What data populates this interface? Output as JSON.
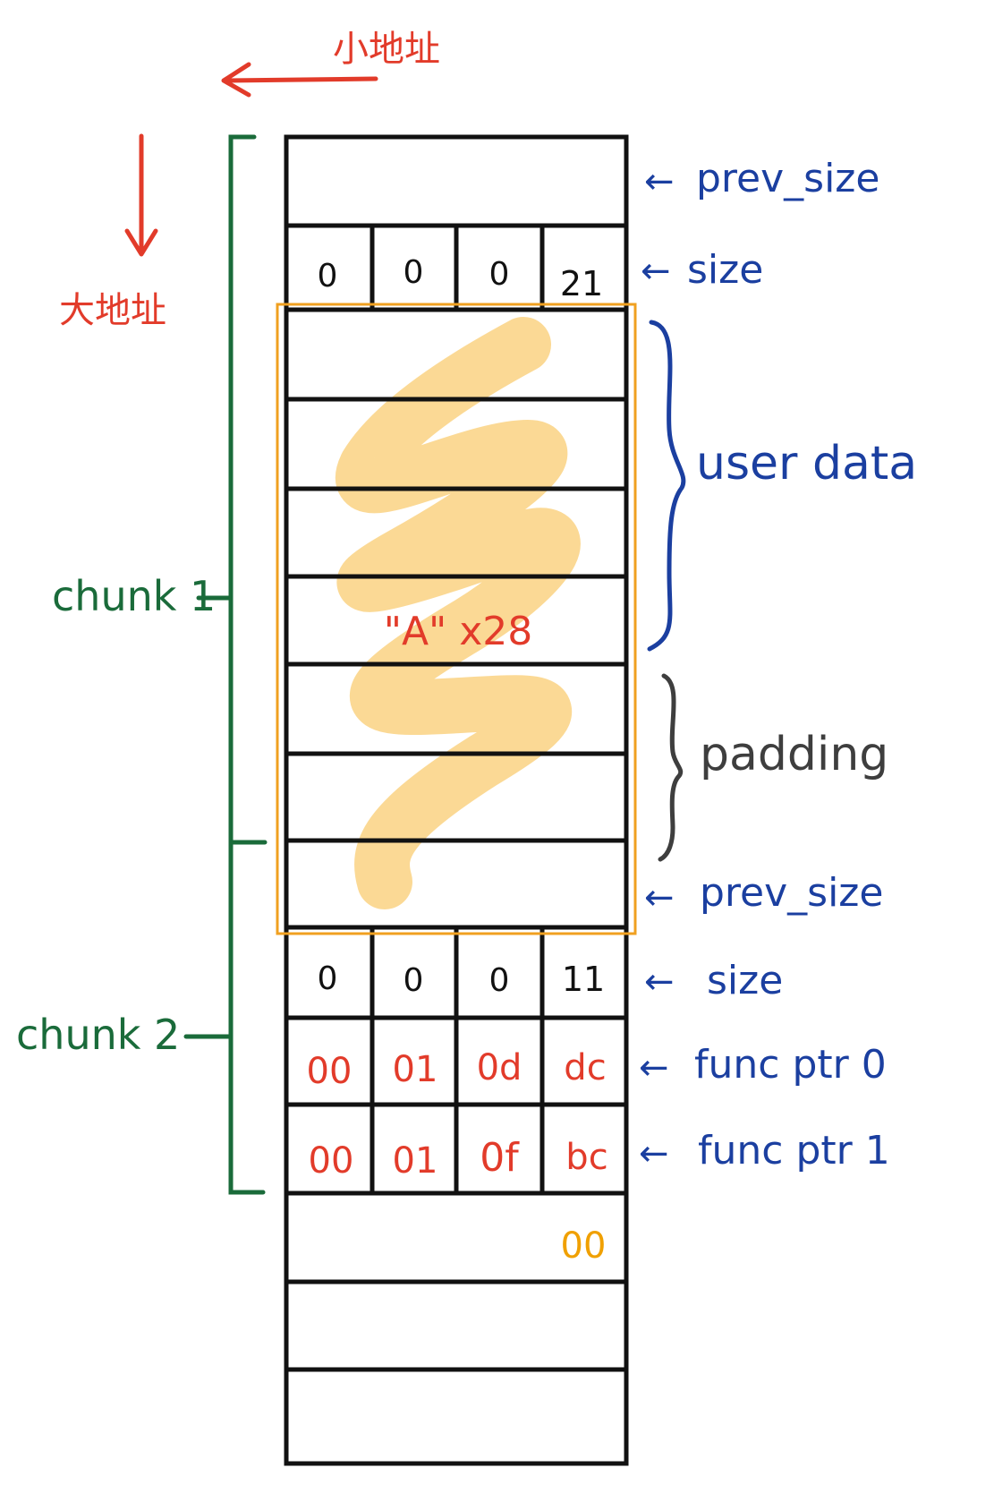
{
  "direction_labels": {
    "small_address": "小地址",
    "large_address": "大地址"
  },
  "chunk_labels": {
    "chunk1": "chunk 1",
    "chunk2": "chunk 2"
  },
  "field_labels": {
    "prev_size_1": "prev_size",
    "size_1": "size",
    "user_data": "user data",
    "padding": "padding",
    "prev_size_2": "prev_size",
    "size_2": "size",
    "func_ptr_0": "func ptr 0",
    "func_ptr_1": "func ptr 1"
  },
  "arrow_glyph": "←",
  "cells": {
    "size1": [
      "0",
      "0",
      "0",
      "21"
    ],
    "size2": [
      "0",
      "0",
      "0",
      "11"
    ],
    "fptr0": [
      "00",
      "01",
      "0d",
      "dc"
    ],
    "fptr1": [
      "00",
      "01",
      "0f",
      "bc"
    ],
    "overflow_byte": "00"
  },
  "overwrite_label": "\"A\" x28",
  "colors": {
    "annotation_blue": "#1b3fa0",
    "address_red": "#e23b2a",
    "chunk_green": "#1a6b3a",
    "padding_gray": "#3e3e3e",
    "overwrite_box": "#f0a020",
    "scribble": "#fbd58a",
    "overflow_byte": "#f0a000"
  }
}
